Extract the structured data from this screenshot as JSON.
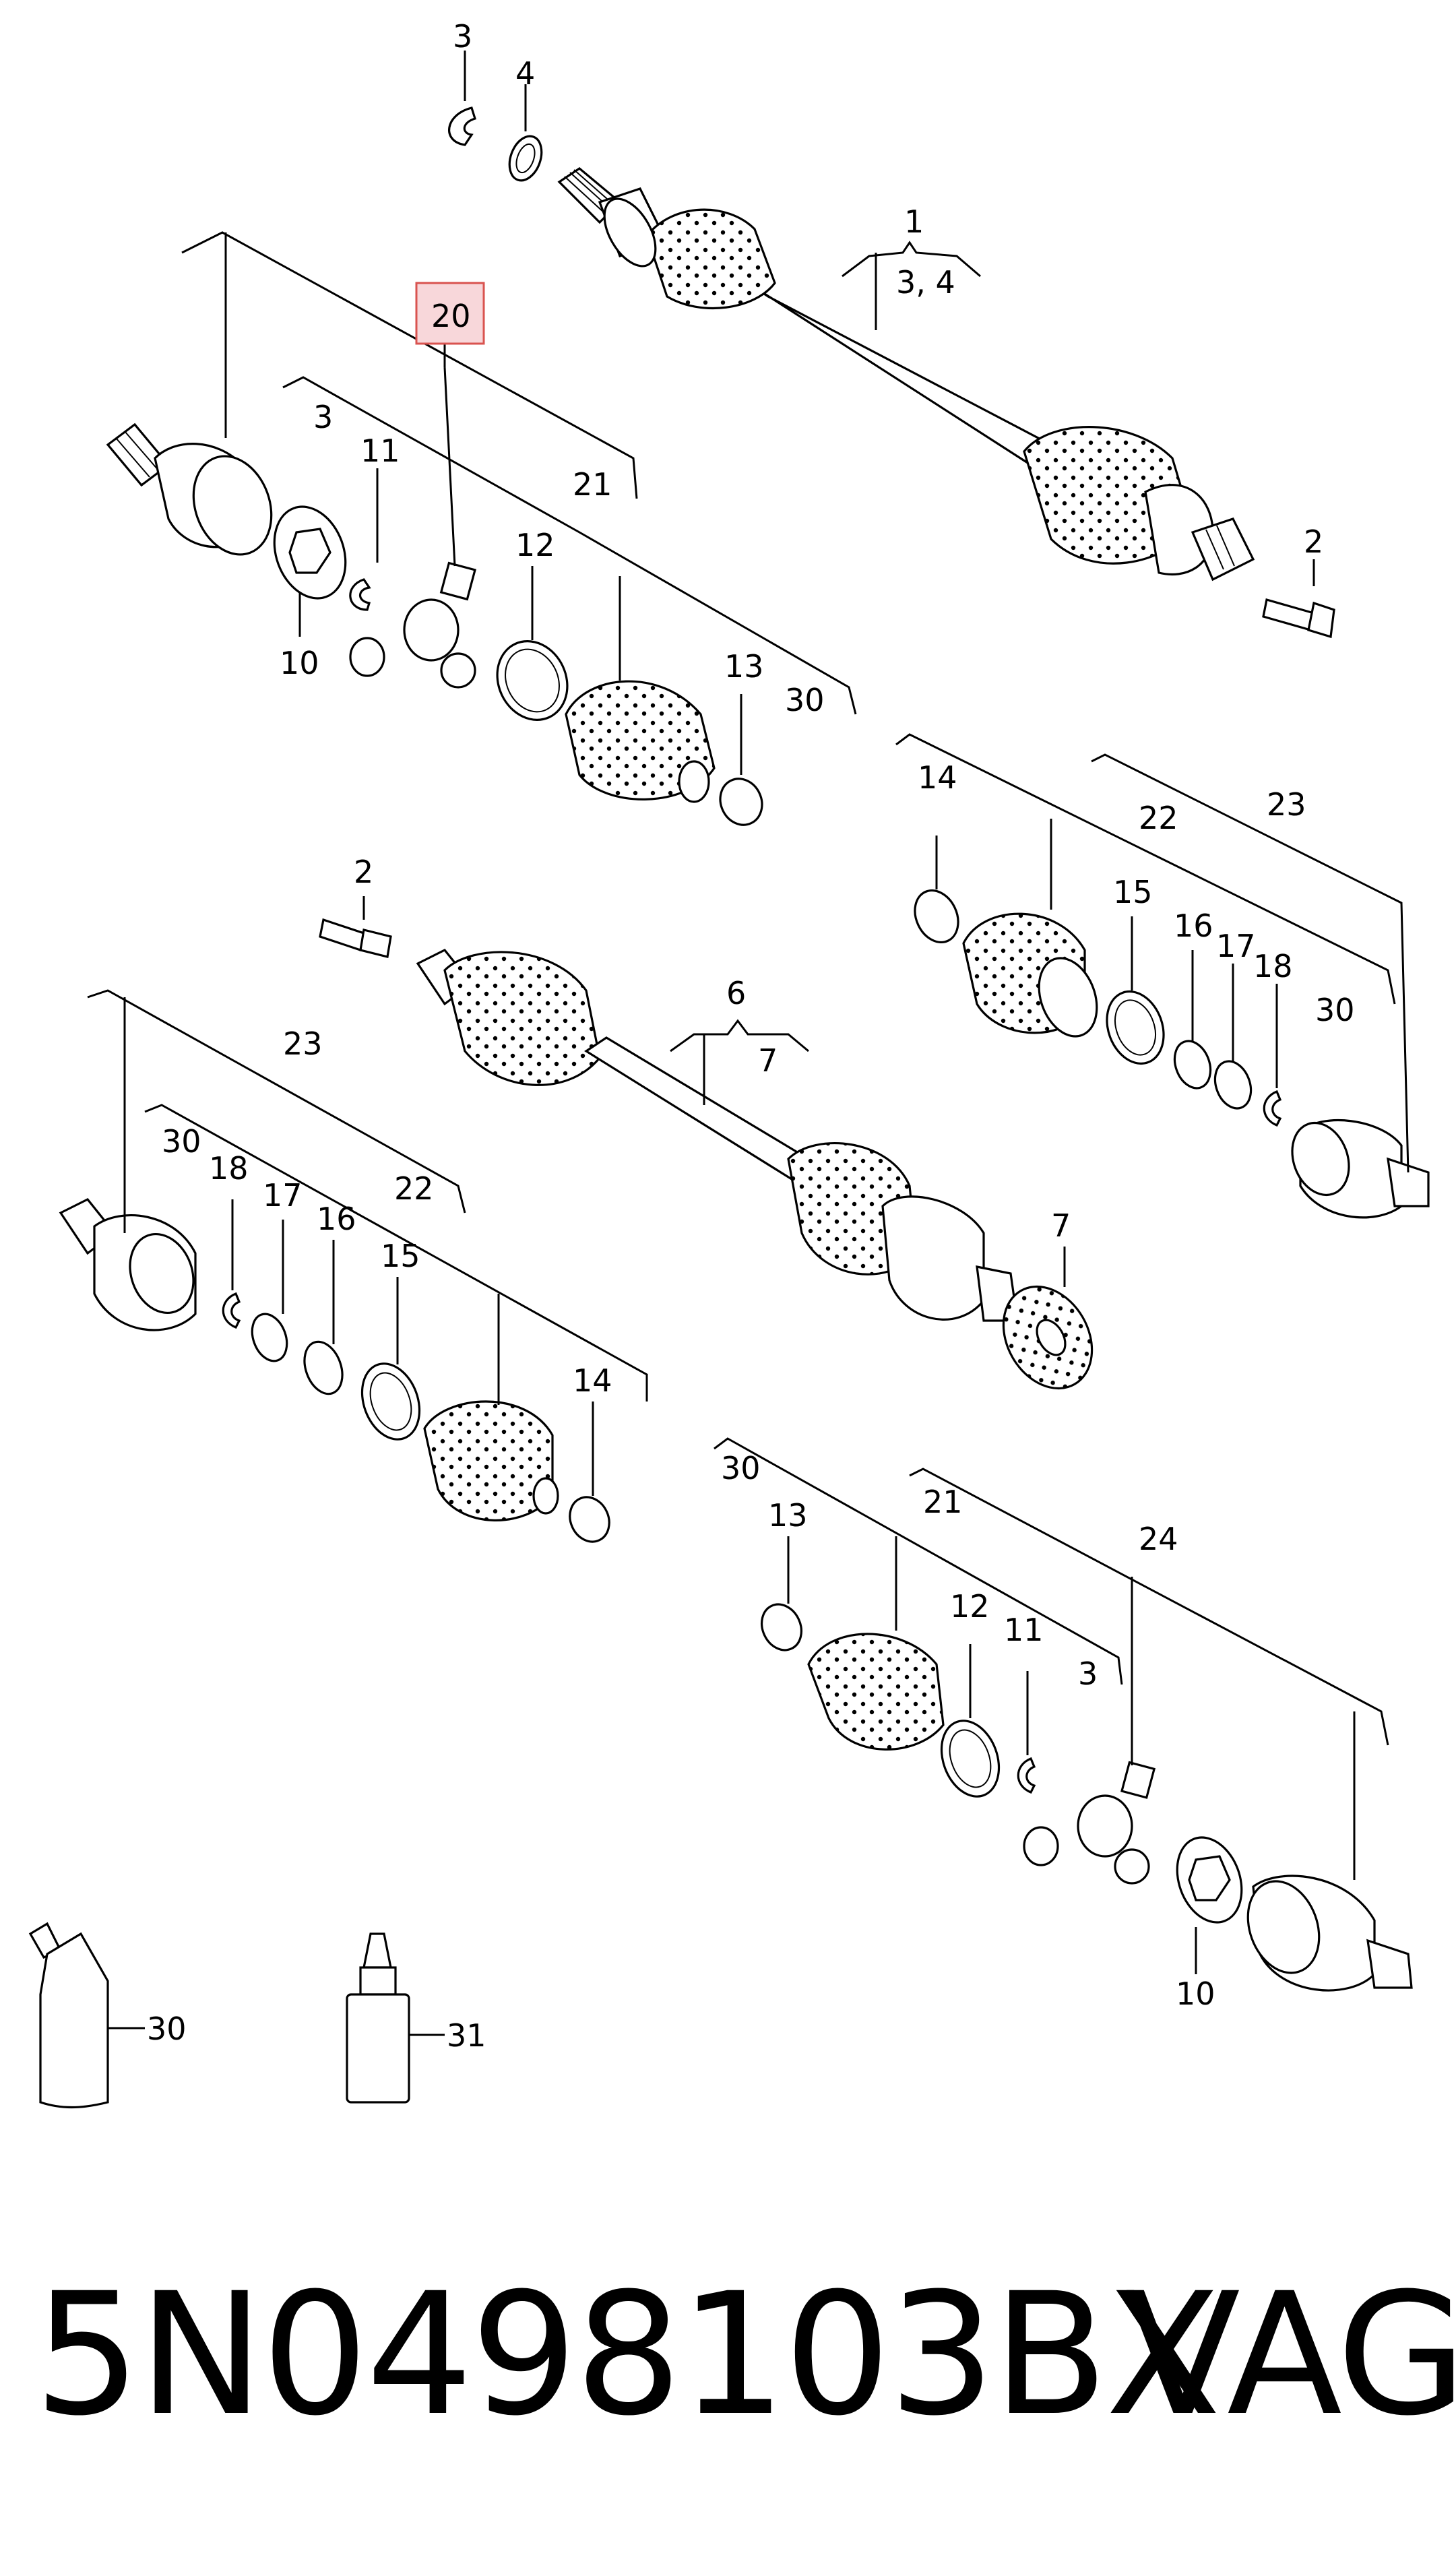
{
  "diagram": {
    "labels": {
      "l3_top": "3",
      "l4_top": "4",
      "l1": "1",
      "l34": "3, 4",
      "l2_top": "2",
      "l20": "20",
      "l3_a": "3",
      "l21_a": "21",
      "l11_a": "11",
      "l12_a": "12",
      "l10_a": "10",
      "l13_a": "13",
      "l30_a": "30",
      "l14_b": "14",
      "l22_b": "22",
      "l23_b": "23",
      "l15_b": "15",
      "l16_b": "16",
      "l17_b": "17",
      "l18_b": "18",
      "l30_b": "30",
      "l2_mid": "2",
      "l6": "6",
      "l7_bracket": "7",
      "l7_part": "7",
      "l23_c": "23",
      "l30_c": "30",
      "l18_c": "18",
      "l17_c": "17",
      "l16_c": "16",
      "l22_c": "22",
      "l15_c": "15",
      "l14_c": "14",
      "l30_d": "30",
      "l13_d": "13",
      "l21_d": "21",
      "l24": "24",
      "l12_d": "12",
      "l11_d": "11",
      "l3_d": "3",
      "l10_d": "10",
      "l30_tube": "30",
      "l31": "31"
    },
    "highlight_color": "#d9534f",
    "highlight_fill": "#f8d7da"
  },
  "footer": {
    "part_number": "5N0498103BX",
    "brand": "VAG"
  }
}
